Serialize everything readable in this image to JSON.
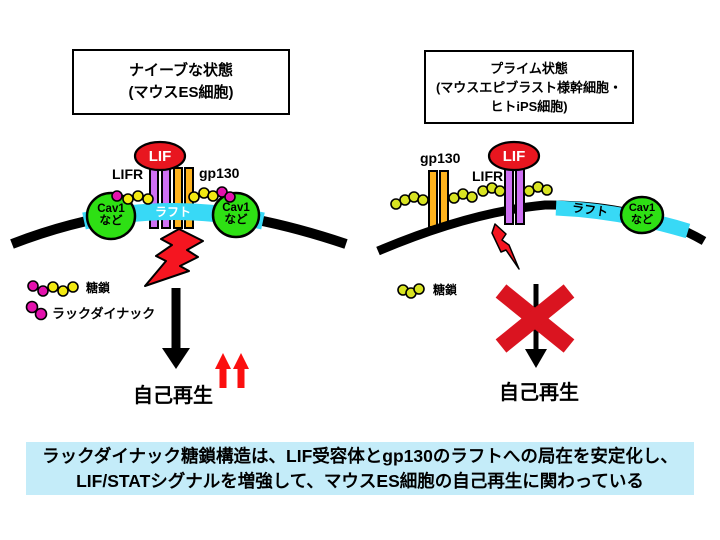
{
  "left_panel": {
    "title_lines": [
      "ナイーブな状態",
      "(マウスES細胞)"
    ],
    "lif": "LIF",
    "lifr": "LIFR",
    "gp130": "gp130",
    "raft": "ラフト",
    "cav1_line1": "Cav1",
    "cav1_line2": "など",
    "self_renewal": "自己再生"
  },
  "right_panel": {
    "title_lines": [
      "プライム状態",
      "(マウスエピブラスト様幹細胞・",
      "ヒトiPS細胞)"
    ],
    "lif": "LIF",
    "lifr": "LIFR",
    "gp130": "gp130",
    "raft": "ラフト",
    "cav1_line1": "Cav1",
    "cav1_line2": "など",
    "self_renewal": "自己再生"
  },
  "legend": {
    "sugar_chain": "糖鎖",
    "lacdinac": "ラックダイナック"
  },
  "caption": {
    "line1": "ラックダイナック糖鎖構造は、LIF受容体とgp130のラフトへの局在を安定化し、",
    "line2": "LIF/STATシグナルを増強して、マウスES細胞の自己再生に関わっている"
  },
  "colors": {
    "lif_red": "#e8161f",
    "bar_violet": "#cf70f4",
    "bar_orange": "#ffb41e",
    "raft_cyan": "#38d9f6",
    "cav1_green": "#2ee014",
    "sugar_yellow": "#f2e912",
    "sugar_magenta": "#e312ad",
    "sugar_yellow_green": "#d8e322",
    "bolt_red": "#f51520",
    "cross_red": "#da1420",
    "up_arrow_red": "#fb0f0f",
    "caption_bg": "#c4ecf9"
  }
}
